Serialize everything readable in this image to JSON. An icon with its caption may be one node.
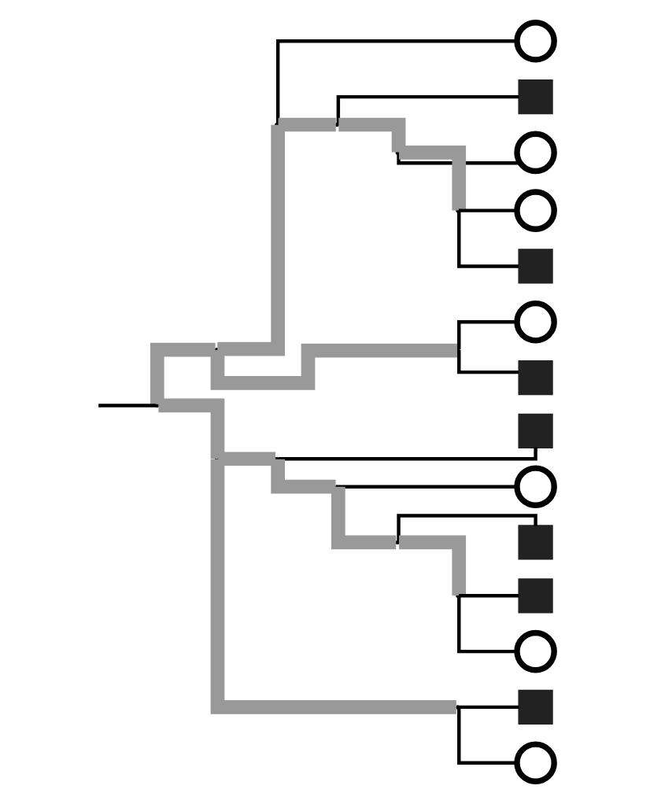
{
  "diagram": {
    "nodes": [
      {
        "text": [],
        "shape": "point"
      },
      {
        "text": [],
        "shape": "point"
      },
      {
        "text": [],
        "shape": "point"
      },
      {
        "text": [],
        "shape": "circle"
      },
      {
        "text": [],
        "shape": "point"
      },
      {
        "text": [],
        "shape": "square"
      },
      {
        "text": [],
        "shape": "point"
      },
      {
        "text": [],
        "shape": "circle"
      },
      {
        "text": [],
        "shape": "point"
      },
      {
        "text": [],
        "shape": "circle"
      },
      {
        "text": [],
        "shape": "square"
      },
      {
        "text": [],
        "shape": "point"
      },
      {
        "text": [],
        "shape": "circle"
      },
      {
        "text": [],
        "shape": "square"
      },
      {
        "text": [],
        "shape": "point"
      },
      {
        "text": [],
        "shape": "point"
      },
      {
        "text": [],
        "shape": "square"
      },
      {
        "text": [],
        "shape": "point"
      },
      {
        "text": [],
        "shape": "circle"
      },
      {
        "text": [],
        "shape": "point"
      },
      {
        "text": [],
        "shape": "square"
      },
      {
        "text": [],
        "shape": "point"
      },
      {
        "text": [],
        "shape": "square"
      },
      {
        "text": [],
        "shape": "circle"
      },
      {
        "text": [],
        "shape": "point"
      },
      {
        "text": [],
        "shape": "square"
      },
      {
        "text": [],
        "shape": "circle"
      }
    ],
    "edges": [
      {
        "from": null,
        "to": 0,
        "arrow": "none"
      },
      {
        "from": 0,
        "to": 1,
        "arrow": "none",
        "style": "thick",
        "color": "#999999"
      },
      {
        "from": 1,
        "to": 2,
        "arrow": "none",
        "style": "thick",
        "color": "#999999"
      },
      {
        "from": 2,
        "to": 3,
        "arrow": "none"
      },
      {
        "from": 2,
        "to": 4,
        "arrow": "none",
        "style": "thick",
        "color": "#999999"
      },
      {
        "from": 4,
        "to": 5,
        "arrow": "none"
      },
      {
        "from": 4,
        "to": 6,
        "arrow": "none",
        "style": "thick",
        "color": "#999999"
      },
      {
        "from": 6,
        "to": 7,
        "arrow": "none"
      },
      {
        "from": 6,
        "to": 8,
        "arrow": "none",
        "style": "thick",
        "color": "#999999"
      },
      {
        "from": 8,
        "to": 9,
        "arrow": "none"
      },
      {
        "from": 8,
        "to": 10,
        "arrow": "none"
      },
      {
        "from": 1,
        "to": 11,
        "arrow": "none",
        "style": "thick",
        "color": "#999999"
      },
      {
        "from": 11,
        "to": 12,
        "arrow": "none"
      },
      {
        "from": 11,
        "to": 13,
        "arrow": "none"
      },
      {
        "from": 0,
        "to": 14,
        "arrow": "none",
        "style": "thick",
        "color": "#999999"
      },
      {
        "from": 14,
        "to": 15,
        "arrow": "none",
        "style": "thick",
        "color": "#999999"
      },
      {
        "from": 15,
        "to": 16,
        "arrow": "none"
      },
      {
        "from": 15,
        "to": 17,
        "arrow": "none",
        "style": "thick",
        "color": "#999999"
      },
      {
        "from": 17,
        "to": 18,
        "arrow": "none"
      },
      {
        "from": 17,
        "to": 19,
        "arrow": "none",
        "style": "thick",
        "color": "#999999"
      },
      {
        "from": 19,
        "to": 20,
        "arrow": "none"
      },
      {
        "from": 19,
        "to": 21,
        "arrow": "none",
        "style": "thick",
        "color": "#999999"
      },
      {
        "from": 21,
        "to": 22,
        "arrow": "none"
      },
      {
        "from": 21,
        "to": 23,
        "arrow": "none"
      },
      {
        "from": 14,
        "to": 24,
        "arrow": "none",
        "style": "thick",
        "color": "#999999"
      },
      {
        "from": 24,
        "to": 25,
        "arrow": "none"
      },
      {
        "from": 24,
        "to": 26,
        "arrow": "none"
      }
    ]
  }
}
